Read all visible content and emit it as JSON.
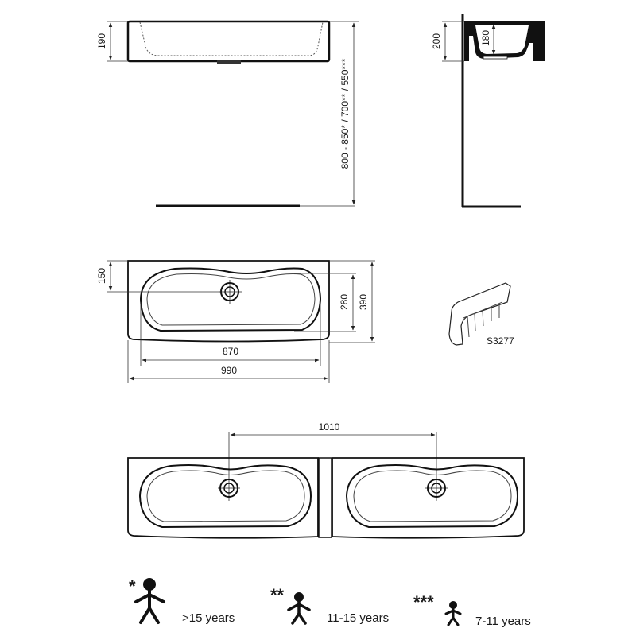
{
  "colors": {
    "ink": "#111111",
    "dimension_line": "#333333",
    "hidden_line": "#555555",
    "background": "#ffffff"
  },
  "front_view": {
    "height_label": "190",
    "mounting_height_label": "800 - 850* / 700** / 550***"
  },
  "side_view": {
    "outer_height_label": "200",
    "bowl_depth_label": "180"
  },
  "top_view": {
    "tap_hole_offset_label": "150",
    "bowl_depth_label": "280",
    "total_depth_label": "390",
    "bowl_width_label": "870",
    "total_width_label": "990"
  },
  "accessory": {
    "code_label": "S3277"
  },
  "double_view": {
    "center_distance_label": "1010"
  },
  "legend": [
    {
      "stars": "*",
      "label": ">15 years",
      "icon": "adult-figure-icon"
    },
    {
      "stars": "**",
      "label": "11-15 years",
      "icon": "teen-figure-icon"
    },
    {
      "stars": "***",
      "label": "7-11 years",
      "icon": "child-figure-icon"
    }
  ]
}
